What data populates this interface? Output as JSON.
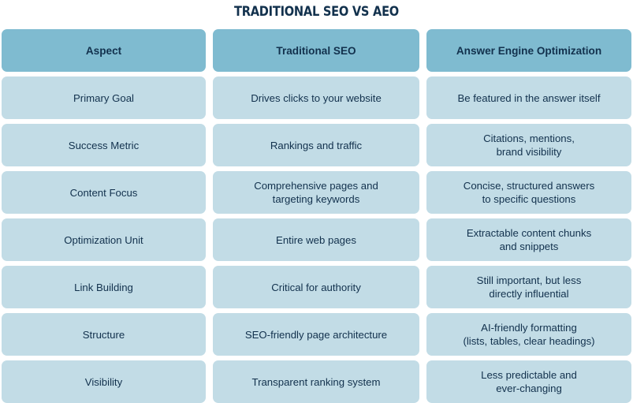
{
  "title": "TRADITIONAL SEO VS AEO",
  "colors": {
    "header_bg": "#7FBBD0",
    "cell_bg": "#C2DCE6",
    "text": "#12314D",
    "page_bg": "#FFFFFF"
  },
  "table": {
    "columns": [
      "Aspect",
      "Traditional SEO",
      "Answer Engine Optimization"
    ],
    "rows": [
      {
        "aspect": "Primary Goal",
        "seo": "Drives clicks to your website",
        "aeo": "Be featured in the answer itself"
      },
      {
        "aspect": "Success Metric",
        "seo": "Rankings and traffic",
        "aeo": "Citations, mentions,\nbrand visibility"
      },
      {
        "aspect": "Content Focus",
        "seo": "Comprehensive pages and\ntargeting keywords",
        "aeo": "Concise, structured answers\nto specific questions"
      },
      {
        "aspect": "Optimization Unit",
        "seo": "Entire web pages",
        "aeo": "Extractable content chunks\nand snippets"
      },
      {
        "aspect": "Link Building",
        "seo": "Critical for authority",
        "aeo": "Still important, but less\ndirectly influential"
      },
      {
        "aspect": "Structure",
        "seo": "SEO-friendly page architecture",
        "aeo": "AI-friendly formatting\n(lists, tables, clear headings)"
      },
      {
        "aspect": "Visibility",
        "seo": "Transparent ranking system",
        "aeo": "Less predictable and\never-changing"
      }
    ]
  }
}
